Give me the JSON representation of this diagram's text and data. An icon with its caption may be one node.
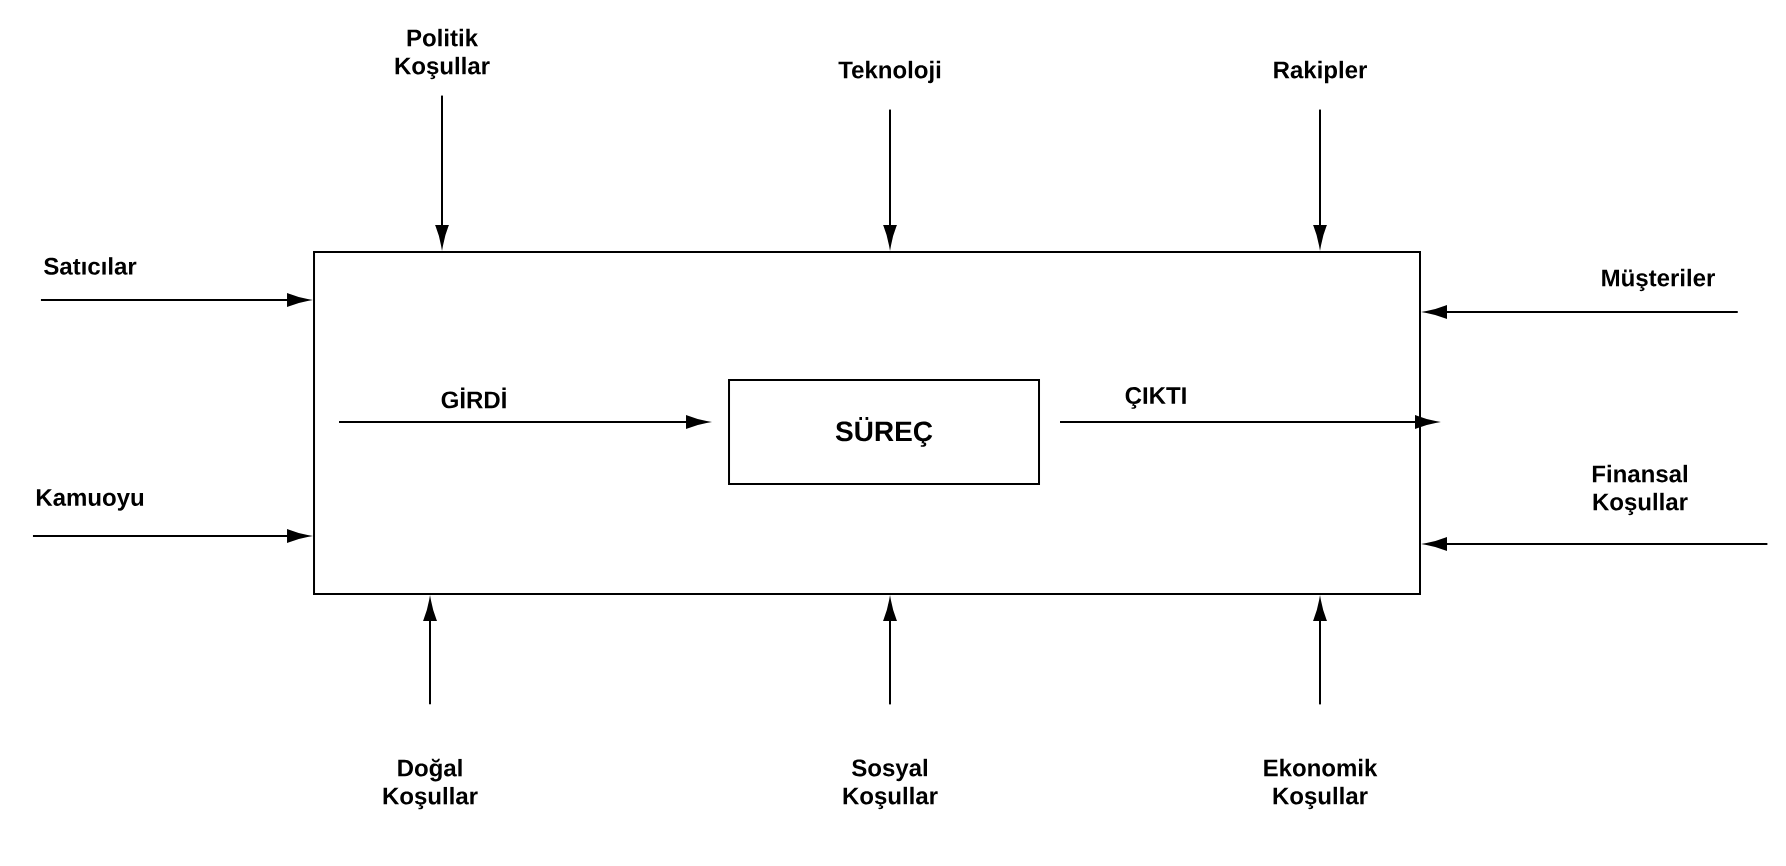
{
  "diagram": {
    "nodes": [
      {
        "text": [],
        "shape": "box"
      },
      {
        "text": [
          "SÜREÇ"
        ],
        "in": 0
      },
      {
        "text": [
          "Politik Koşullar"
        ]
      },
      {
        "text": [
          "Teknoloji"
        ]
      },
      {
        "text": [
          "Rakipler"
        ]
      },
      {
        "text": [
          "Satıcılar"
        ]
      },
      {
        "text": [
          "Kamuoyu"
        ]
      },
      {
        "text": [
          "Müşteriler"
        ]
      },
      {
        "text": [
          "Finansal Koşullar"
        ]
      },
      {
        "text": [
          "Doğal Koşullar"
        ]
      },
      {
        "text": [
          "Sosyal Koşullar"
        ]
      },
      {
        "text": [
          "Ekonomik Koşullar"
        ]
      }
    ],
    "edges": [
      {
        "from": 2,
        "to": 0,
        "arrow": "to"
      },
      {
        "from": 3,
        "to": 0,
        "arrow": "to"
      },
      {
        "from": 4,
        "to": 0,
        "arrow": "to"
      },
      {
        "from": 5,
        "to": 0,
        "arrow": "to"
      },
      {
        "from": 6,
        "to": 0,
        "arrow": "to"
      },
      {
        "from": 7,
        "to": 0,
        "arrow": "to"
      },
      {
        "from": 8,
        "to": 0,
        "arrow": "to"
      },
      {
        "from": 9,
        "to": 0,
        "arrow": "to"
      },
      {
        "from": 10,
        "to": 0,
        "arrow": "to"
      },
      {
        "from": 11,
        "to": 0,
        "arrow": "to"
      },
      {
        "from": null,
        "to": 1,
        "arrow": "to",
        "label": "GİRDİ"
      },
      {
        "from": 1,
        "to": null,
        "arrow": "to",
        "label": "ÇIKTI"
      }
    ]
  }
}
